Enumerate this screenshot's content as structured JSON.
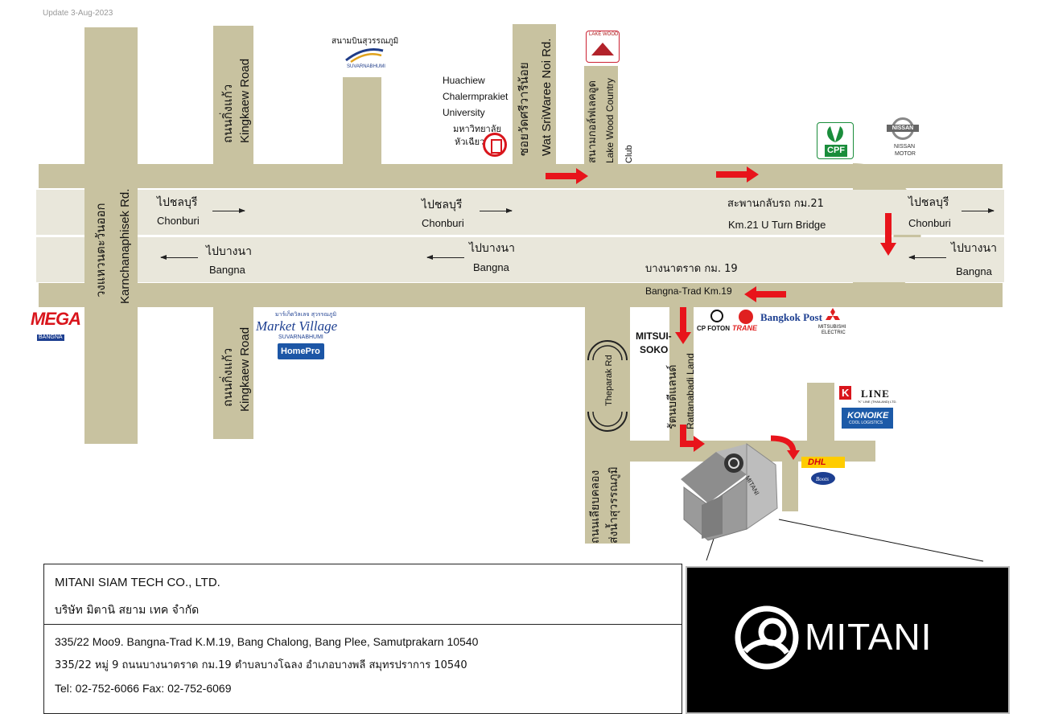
{
  "update": "Update 3-Aug-2023",
  "roads": {
    "karnchanaphisek_th": "วงแหวนตะวันออก",
    "karnchanaphisek_en": "Karnchanaphisek Rd.",
    "kingkaew_top_th": "ถนนกิ่งแก้ว",
    "kingkaew_top_en": "Kingkaew Road",
    "kingkaew_bottom_th": "ถนนกิ่งแก้ว",
    "kingkaew_bottom_en": "Kingkaew Road",
    "wat_sriwaree_th": "ซอยวัดศรีวารีน้อย",
    "wat_sriwaree_en": "Wat SriWaree Noi Rd.",
    "lakewood_th": "สนามกอล์ฟเลคอูด",
    "lakewood_en": "Lake Wood Country",
    "lakewood_en2": "Club",
    "theparak_en": "Theparak Rd",
    "canal_th1": "ถนนเลียบคลอง",
    "canal_th2": "ส่งน้ำสุวรรณภูมิ",
    "rattanabadi_th": "รัตนบดีแลนด์",
    "rattanabadi_en": "Rattanabadi Land"
  },
  "directions": {
    "chonburi_th": "ไปชลบุรี",
    "chonburi_en": "Chonburi",
    "bangna_th": "ไปบางนา",
    "bangna_en": "Bangna"
  },
  "landmarks": {
    "suvarnabhumi_th": "สนามบินสุวรรณภูมิ",
    "suvarnabhumi_en": "SUVARNABHUMI",
    "huachiew_1": "Huachiew",
    "huachiew_2": "Chalermprakiet",
    "huachiew_3": "University",
    "huachiew_th1": "มหาวิทยาลัย",
    "huachiew_th2": "หัวเฉียว",
    "lakewood_logo": "LAKE WOOD",
    "uturn_th": "สะพานกลับรถ กม.21",
    "uturn_en": "Km.21 U Turn Bridge",
    "bangnatrad_th": "บางนาตราด กม. 19",
    "bangnatrad_en": "Bangna-Trad Km.19",
    "mitsui_1": "MITSUI-",
    "mitsui_2": "SOKO",
    "mega": "MEGA",
    "mega_sub": "BANGNA",
    "market_village_th": "มาร์เก็ตวิลเลจ สุวรรณภูมิ",
    "market_village": "Market Village",
    "market_village_sub": "SUVARNABHUMI",
    "homepro": "HomePro",
    "cpf": "CPF",
    "nissan": "NISSAN",
    "nissan_sub1": "NISSAN",
    "nissan_sub2": "MOTOR",
    "cp_foton": "CP FOTON",
    "trane": "TRANE",
    "bangkok_post": "Bangkok Post",
    "mitsubishi_1": "MITSUBISHI",
    "mitsubishi_2": "ELECTRIC",
    "kline": "LINE",
    "kline_k": "K",
    "kline_sub": "\"K\" LINE (THAILAND) LTD.",
    "konoike": "KONOIKE",
    "konoike_sub": "COOL LOGISTICS",
    "dhl": "DHL",
    "boots": "Boots",
    "mitani_building": "MITANI"
  },
  "info": {
    "company_en": "MITANI SIAM TECH CO., LTD.",
    "company_th": "บริษัท มิตานิ สยาม เทค จำกัด",
    "address_en": "335/22 Moo9. Bangna-Trad K.M.19, Bang Chalong, Bang Plee, Samutprakarn 10540",
    "address_th": "335/22 หมู่ 9 ถนนบางนาตราด กม.19 ตำบลบางโฉลง อำเภอบางพลี สมุทรปราการ 10540",
    "tel": "Tel: 02-752-6066 Fax: 02-752-6069"
  },
  "logo": {
    "text": "MITANI"
  },
  "colors": {
    "road": "#c8c2a0",
    "lane": "#e9e7db",
    "arrow": "#e8141b",
    "logo_bg": "#000000"
  }
}
